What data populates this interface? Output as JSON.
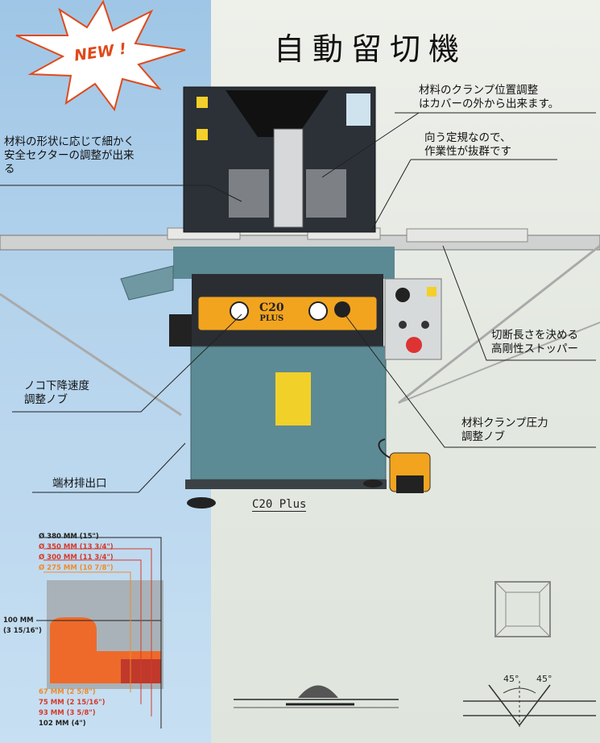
{
  "title": "自動留切機",
  "badge": "NEW !",
  "notes": {
    "clamp": [
      "材料のクランプ位置調整",
      "はカバーの外から出来ます。"
    ],
    "facing": [
      "向う定規なので、",
      "作業性が抜群です"
    ],
    "sector": [
      "材料の形状に応じて細かく",
      "安全セクターの調整が出来",
      "る"
    ],
    "stopper": [
      "切断長さを決める",
      "高剛性ストッパー"
    ],
    "speed": [
      "ノコ下降速度",
      "調整ノブ"
    ],
    "pressure": [
      "材料クランプ圧力",
      "調整ノブ"
    ],
    "outlet": [
      "端材排出口"
    ]
  },
  "machine": {
    "panel_model": "C20",
    "panel_sub": "PLUS"
  },
  "caption": "C20 Plus",
  "diagram": {
    "blades": [
      "Ø 380 MM (15\")",
      "Ø 350 MM (13 3/4\")",
      "Ø 300 MM (11 3/4\")",
      "Ø 275 MM (10 7/8\")"
    ],
    "height": [
      "100 MM",
      "(3 15/16\")"
    ],
    "widths": [
      "67 MM (2 5/8\")",
      "75 MM (2 15/16\")",
      "93 MM (3 5/8\")",
      "102 MM (4\")"
    ],
    "angles": [
      "45°",
      "45°"
    ]
  },
  "colors": {
    "machine_teal": "#5b8994",
    "panel_orange": "#f2a41f",
    "badge_red": "#e04a1a"
  }
}
